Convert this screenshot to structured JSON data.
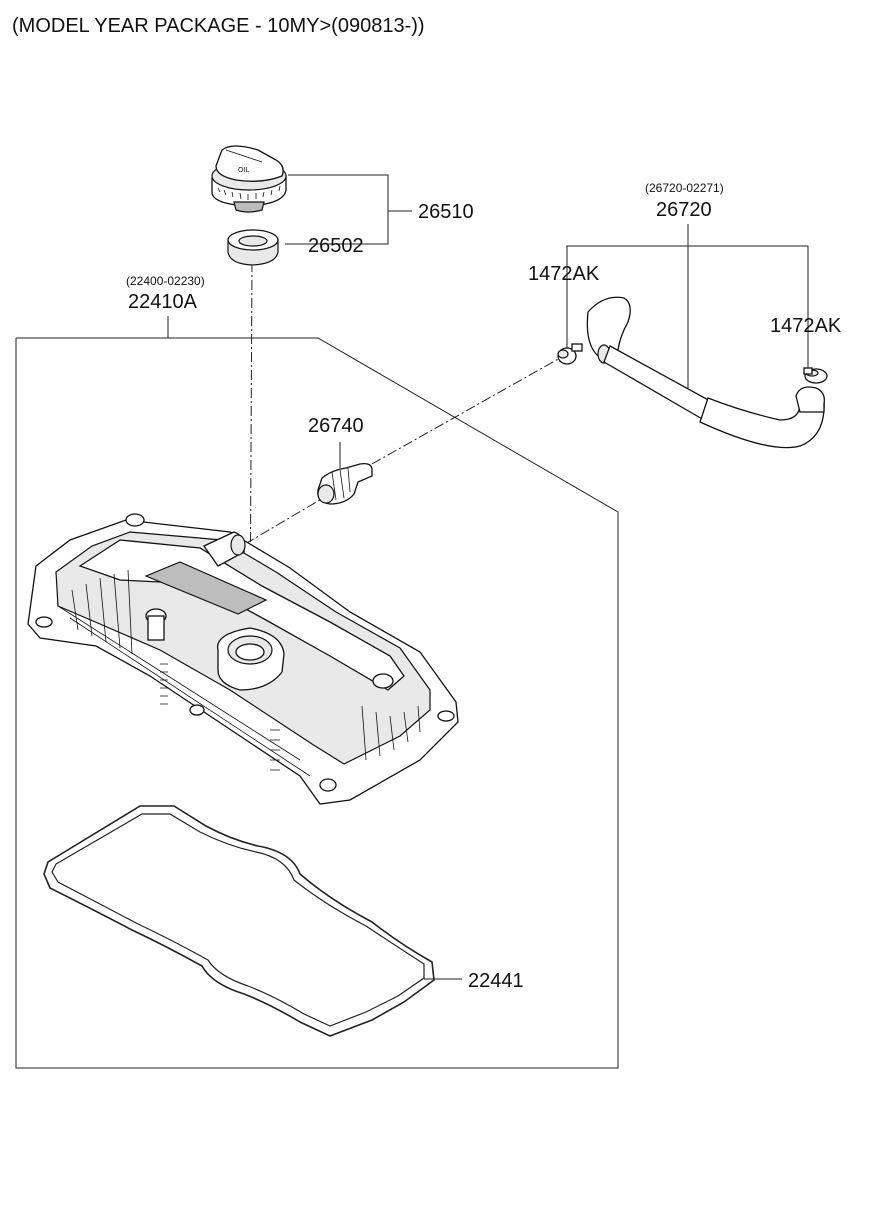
{
  "title": "(MODEL YEAR PACKAGE - 10MY>(090813-))",
  "callouts": {
    "filler_cap_assy": "26510",
    "filler_cap_gasket": "26502",
    "cover_sub_code": "(22400-02230)",
    "cover_assy": "22410A",
    "pcv_valve": "26740",
    "hose_sub_code": "(26720-02271)",
    "hose": "26720",
    "clamp_left": "1472AK",
    "clamp_right": "1472AK",
    "cover_gasket": "22441"
  }
}
